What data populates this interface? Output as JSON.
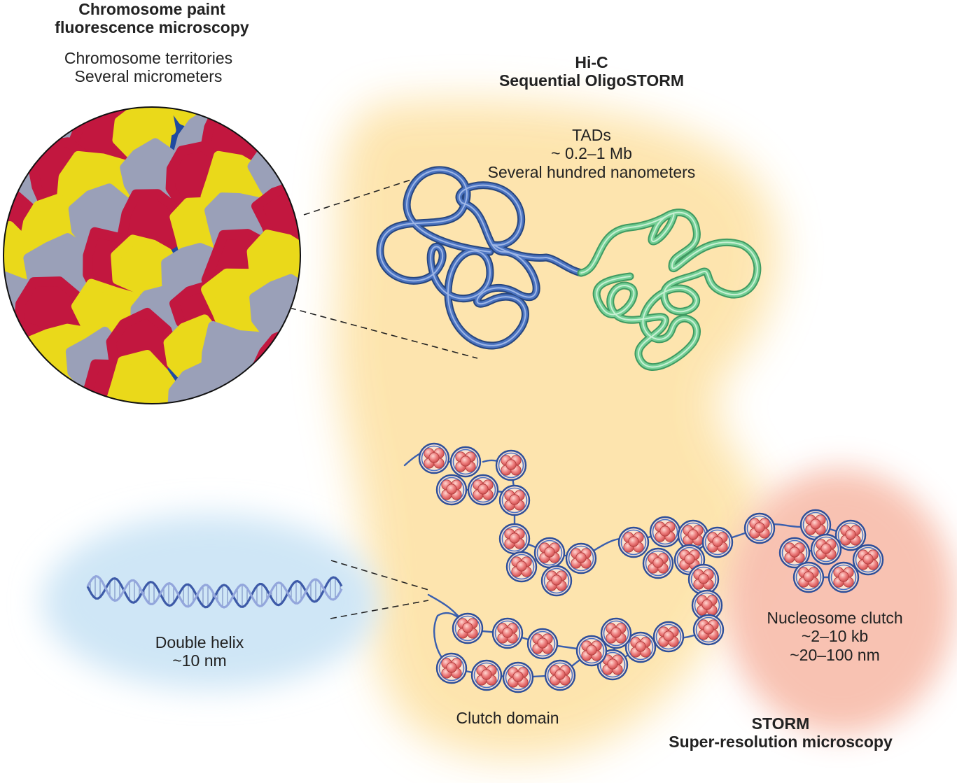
{
  "chromosome_paint": {
    "title_line1": "Chromosome paint",
    "title_line2": "fluorescence microscopy",
    "sub_line1": "Chromosome territories",
    "sub_line2": "Several micrometers"
  },
  "hic": {
    "title_line1": "Hi-C",
    "title_line2": "Sequential OligoSTORM"
  },
  "tads": {
    "line1": "TADs",
    "line2": "~ 0.2–1 Mb",
    "line3": "Several hundred nanometers"
  },
  "double_helix": {
    "line1": "Double helix",
    "line2": "~10 nm"
  },
  "clutch_domain": {
    "label": "Clutch domain"
  },
  "nucleosome_clutch": {
    "line1": "Nucleosome clutch",
    "line2": "~2–10 kb",
    "line3": "~20–100 nm"
  },
  "storm": {
    "title_line1": "STORM",
    "title_line2": "Super-resolution microscopy"
  },
  "colors": {
    "territory_palette": [
      "#c2173f",
      "#67c3d6",
      "#e86d63",
      "#4f6cb8",
      "#5c9e44",
      "#ead91a",
      "#72c95a",
      "#129484",
      "#cc3030",
      "#d6842d",
      "#9aa0b8",
      "#6f4aa8",
      "#c98b72",
      "#e06a14",
      "#2f9bd6",
      "#c05818"
    ],
    "tad_blue": "#3d62a8",
    "tad_green": "#66c082",
    "nucleosome": "#e57a7a",
    "orange_glow": "#fde2a6",
    "blue_glow": "#cfe6f6",
    "pink_glow": "#f8bfae"
  }
}
